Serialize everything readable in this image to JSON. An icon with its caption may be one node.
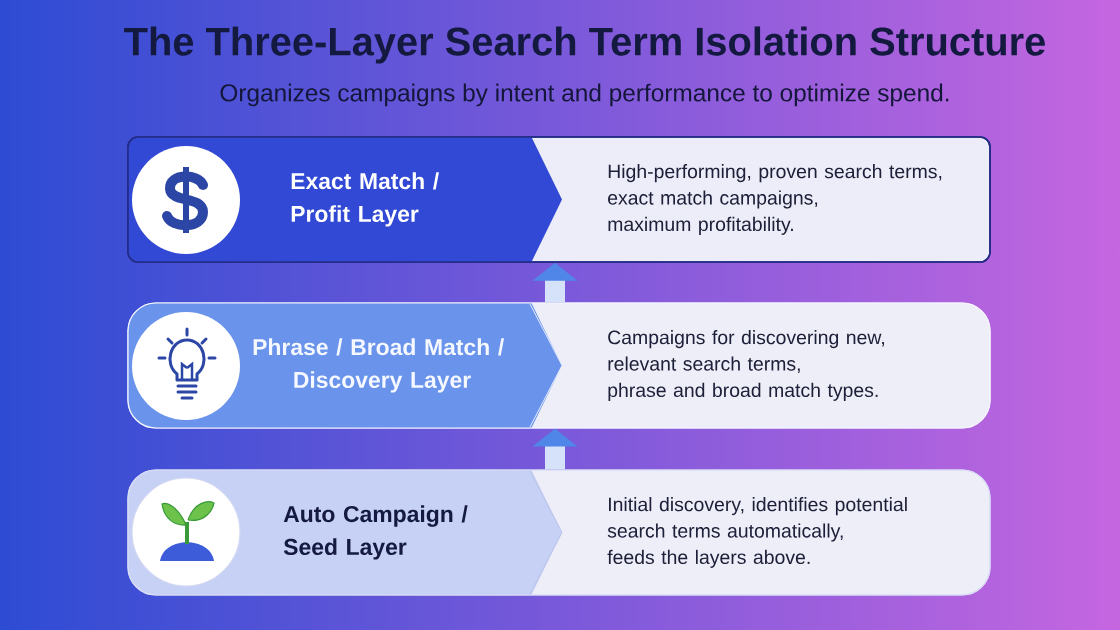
{
  "diagram": {
    "title": "The Three-Layer Search Term Isolation Structure",
    "nodes": [
      {
        "text": [
          "Exact Match / Profit Layer",
          "High-performing, proven search terms, exact match campaigns, maximum profitability."
        ]
      },
      {
        "text": [
          "Phrase / Broad Match / Discovery Layer",
          "Campaigns for discovering new, relevant search terms, phrase and broad match types."
        ]
      },
      {
        "text": [
          "Auto Campaign / Seed Layer",
          "Initial discovery, identifies potential search terms automatically, feeds the layers above."
        ]
      }
    ],
    "edges": [
      {
        "from": 1,
        "to": 0,
        "arrow": "to"
      },
      {
        "from": 2,
        "to": 1,
        "arrow": "to"
      }
    ],
    "labels": [
      "Organizes campaigns by intent and performance to optimize spend."
    ]
  }
}
